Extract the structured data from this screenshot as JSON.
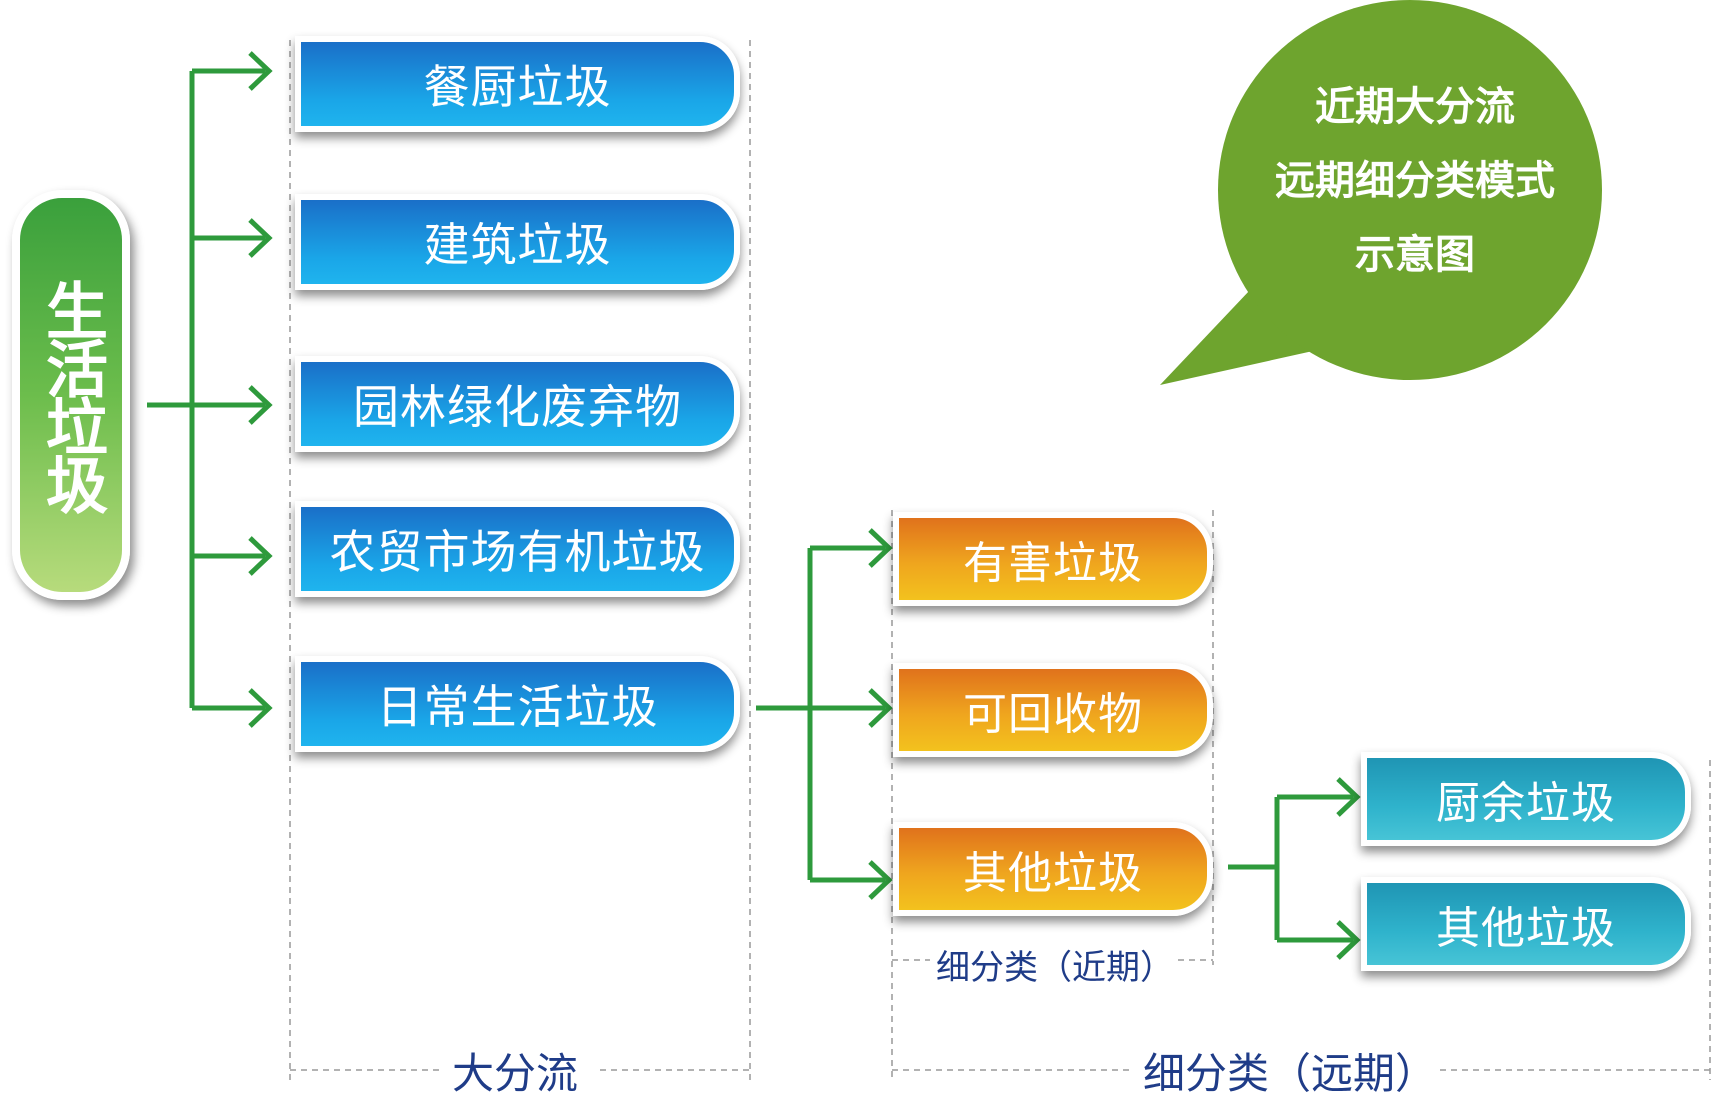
{
  "root": {
    "label": "生活垃圾"
  },
  "bubble": {
    "lines": [
      "近期大分流",
      "远期细分类模式",
      "示意图"
    ]
  },
  "level1": {
    "items": [
      "餐厨垃圾",
      "建筑垃圾",
      "园林绿化废弃物",
      "农贸市场有机垃圾",
      "日常生活垃圾"
    ],
    "caption": "大分流"
  },
  "level2": {
    "items": [
      "有害垃圾",
      "可回收物",
      "其他垃圾"
    ],
    "caption": "细分类（近期）"
  },
  "level3": {
    "items": [
      "厨余垃圾",
      "其他垃圾"
    ],
    "caption": "细分类（远期）"
  },
  "colors": {
    "connector": "#2e9a3c",
    "blue_box": "#1a8fdc",
    "orange_box": "#ef9a1e",
    "teal_box": "#2fb3cc",
    "bubble": "#6ea42e",
    "dashed_guide": "#999999",
    "caption_text": "#1f3c88"
  }
}
